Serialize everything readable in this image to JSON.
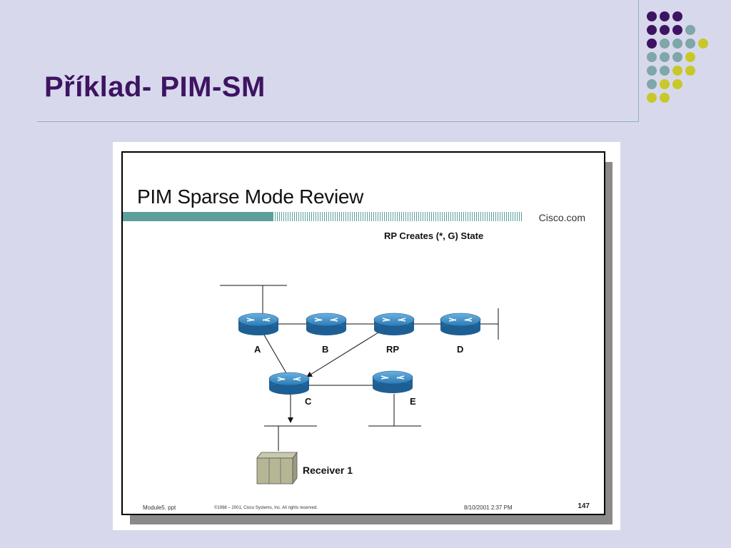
{
  "title": "Příklad- PIM-SM",
  "colors": {
    "background": "#d8d8ec",
    "title": "#3d1462",
    "purple": "#3d1462",
    "teal": "#7fa6a8",
    "yellow": "#c8c82a"
  },
  "slide": {
    "title": "PIM Sparse Mode Review",
    "brand": "Cisco.com",
    "state_caption": "RP Creates (*, G) State",
    "nodes": {
      "a": "A",
      "b": "B",
      "rp": "RP",
      "d": "D",
      "c": "C",
      "e": "E"
    },
    "receiver": "Receiver 1",
    "footer": {
      "file": "Module5. ppt",
      "copyright": "©1998 – 2001, Cisco Systems, Inc. All rights reserved.",
      "date": "8/10/2001 2:37 PM",
      "page": "147"
    }
  }
}
